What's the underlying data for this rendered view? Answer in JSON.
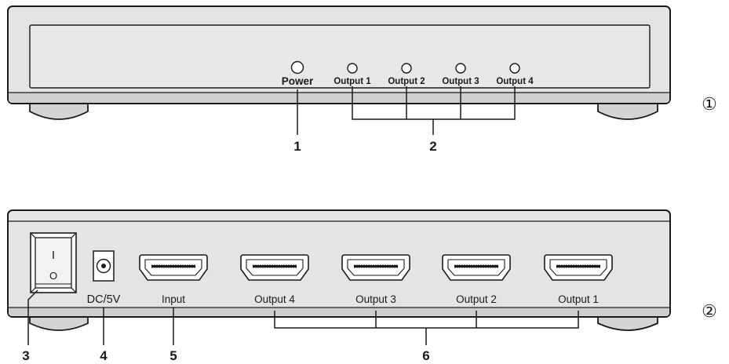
{
  "front": {
    "view_marker": "①",
    "indicators": {
      "power": "Power",
      "outputs": [
        "Output 1",
        "Output 2",
        "Output 3",
        "Output 4"
      ]
    },
    "callouts": [
      "1",
      "2"
    ]
  },
  "rear": {
    "view_marker": "②",
    "switch": {
      "on_mark": "I",
      "off_mark": "O"
    },
    "ports": {
      "dc": "DC/5V",
      "input": "Input",
      "outputs": [
        "Output 4",
        "Output 3",
        "Output 2",
        "Output 1"
      ]
    },
    "callouts": [
      "3",
      "4",
      "5",
      "6"
    ]
  },
  "colors": {
    "panel": "#e4e4e4",
    "outline": "#1a1a1a",
    "foot": "#d4d4d4",
    "text": "#1a1a1a"
  }
}
